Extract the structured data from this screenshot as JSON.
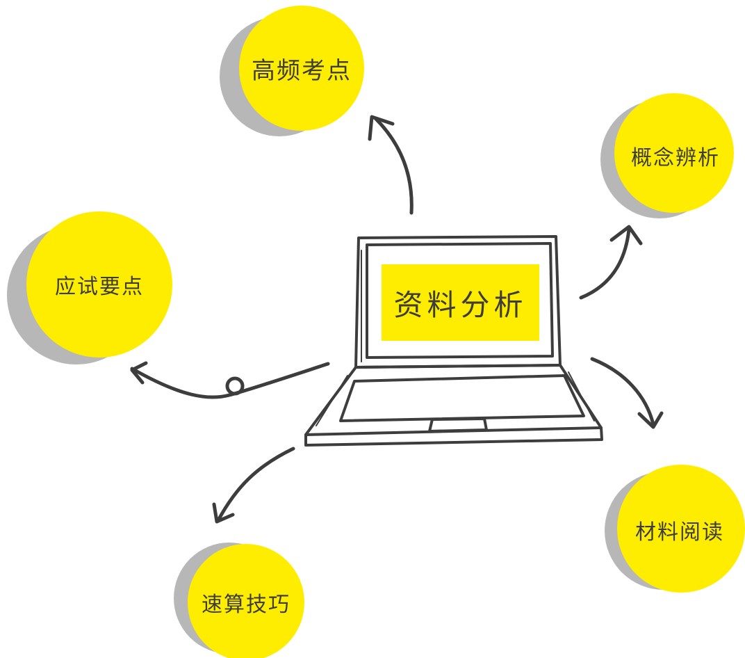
{
  "colors": {
    "bubble_fill": "#ffed00",
    "bubble_shadow": "#b7b7b7",
    "ink": "#3d3d3d",
    "screen_fill": "#ffed00"
  },
  "center": {
    "label": "资料分析",
    "icon": "laptop-icon"
  },
  "nodes": [
    {
      "id": "top",
      "label": "高频考点"
    },
    {
      "id": "right-top",
      "label": "概念辨析"
    },
    {
      "id": "left",
      "label": "应试要点"
    },
    {
      "id": "right-bottom",
      "label": "材料阅读"
    },
    {
      "id": "bottom",
      "label": "速算技巧"
    }
  ]
}
